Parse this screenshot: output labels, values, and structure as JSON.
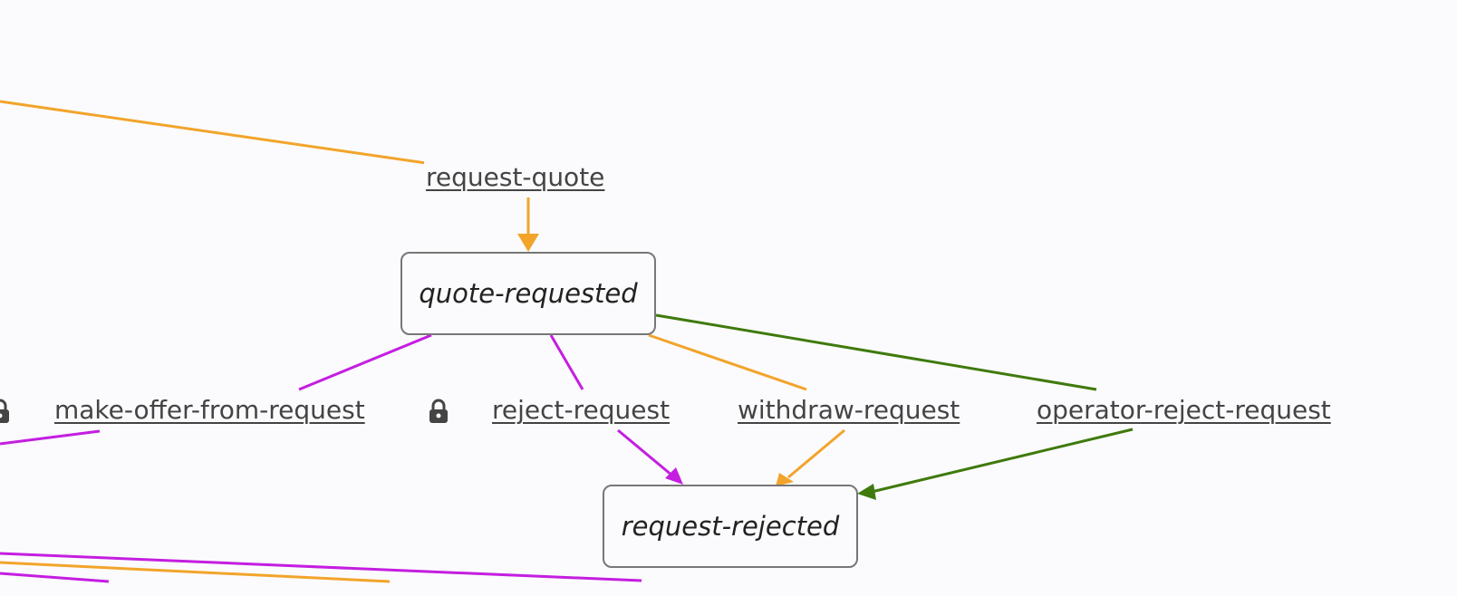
{
  "states": {
    "quote_requested": "quote-requested",
    "request_rejected": "request-rejected"
  },
  "transitions": {
    "request_quote": "request-quote",
    "make_offer_from_request": "make-offer-from-request",
    "reject_request": "reject-request",
    "withdraw_request": "withdraw-request",
    "operator_reject_request": "operator-reject-request"
  },
  "colors": {
    "orange": "#f2a42b",
    "purple": "#c41ee0",
    "green": "#3f7a0d"
  },
  "icons": {
    "lock": "lock-icon"
  }
}
